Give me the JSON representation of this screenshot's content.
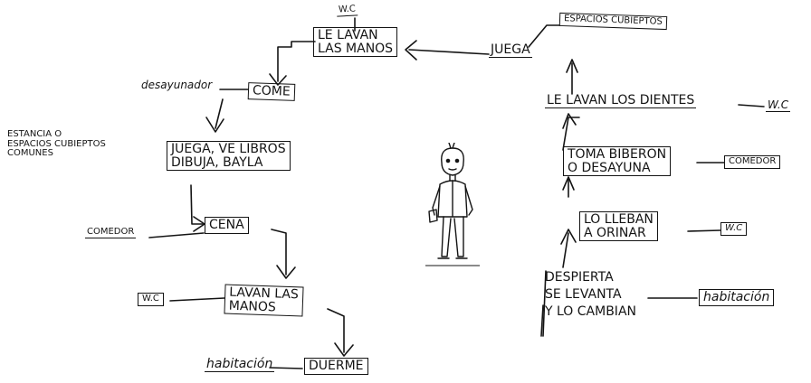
{
  "colors": {
    "ink": "#141414",
    "paper": "#ffffff"
  },
  "figure_icon": "child-figure-icon",
  "nodes": {
    "juega_top": "JUEGA",
    "le_lavan_manos": [
      "LE LAVAN",
      "LAS MANOS"
    ],
    "come": "COME",
    "juega_ve_libros": [
      "JUEGA, VE LIBROS",
      "DIBUJA, BAYLA"
    ],
    "cena": "CENA",
    "lavan_las_manos": [
      "LAVAN LAS",
      "MANOS"
    ],
    "duerme": "DUERME",
    "le_lavan_dientes": "LE LAVAN LOS DIENTES",
    "toma_biberon": [
      "TOMA BIBERON",
      "O DESAYUNA"
    ],
    "lo_lleban": [
      "LO LLEBAN",
      "A ORINAR"
    ],
    "despierta": [
      "DESPIERTA",
      "SE LEVANTA",
      "Y LO CAMBIAN"
    ]
  },
  "labels": {
    "wc_top": "W.C",
    "espacios_cubiertos": "ESPACIOS CUBIEPTOS",
    "desayunador": "desayunador",
    "estancia": [
      "ESTANCIA O",
      "ESPACIOS CUBIEPTOS",
      "COMUNES"
    ],
    "comedor_left": "COMEDOR",
    "wc_left": "W.C",
    "habitacion_bottom": "habitación",
    "wc_right_top": "W.C",
    "comedor_right": "COMEDOR",
    "wc_right_mid": "W.C",
    "habitacion_right": "habitación"
  }
}
